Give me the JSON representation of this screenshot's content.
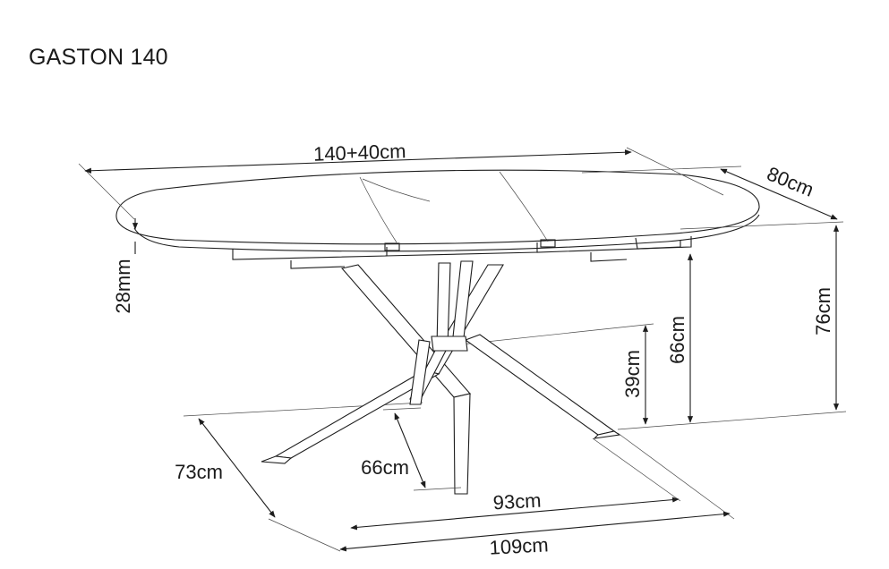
{
  "title": "GASTON 140",
  "dimensions": {
    "length": "140+40cm",
    "width": "80cm",
    "top_thickness": "28mm",
    "total_height": "76cm",
    "frame_height": "66cm",
    "leg_joint_height": "39cm",
    "floor_depth": "73cm",
    "leg_spacing": "66cm",
    "leg_span_inner": "93cm",
    "leg_span_outer": "109cm"
  },
  "colors": {
    "line": "#1d1d1d",
    "background": "#ffffff"
  }
}
